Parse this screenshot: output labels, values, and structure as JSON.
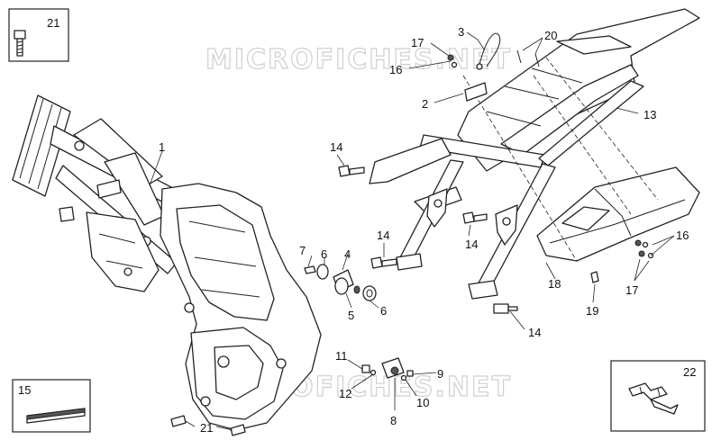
{
  "watermark": "MICROFICHES.NET",
  "callouts": {
    "c1": "1",
    "c2": "2",
    "c3": "3",
    "c4": "4",
    "c5": "5",
    "c6a": "6",
    "c6b": "6",
    "c7": "7",
    "c8": "8",
    "c9": "9",
    "c10": "10",
    "c11": "11",
    "c12": "12",
    "c13": "13",
    "c14a": "14",
    "c14b": "14",
    "c14c": "14",
    "c14d": "14",
    "c15": "15",
    "c16a": "16",
    "c16b": "16",
    "c17a": "17",
    "c17b": "17",
    "c18": "18",
    "c19": "19",
    "c20": "20",
    "c21a": "21",
    "c21b": "21",
    "c22": "22"
  }
}
